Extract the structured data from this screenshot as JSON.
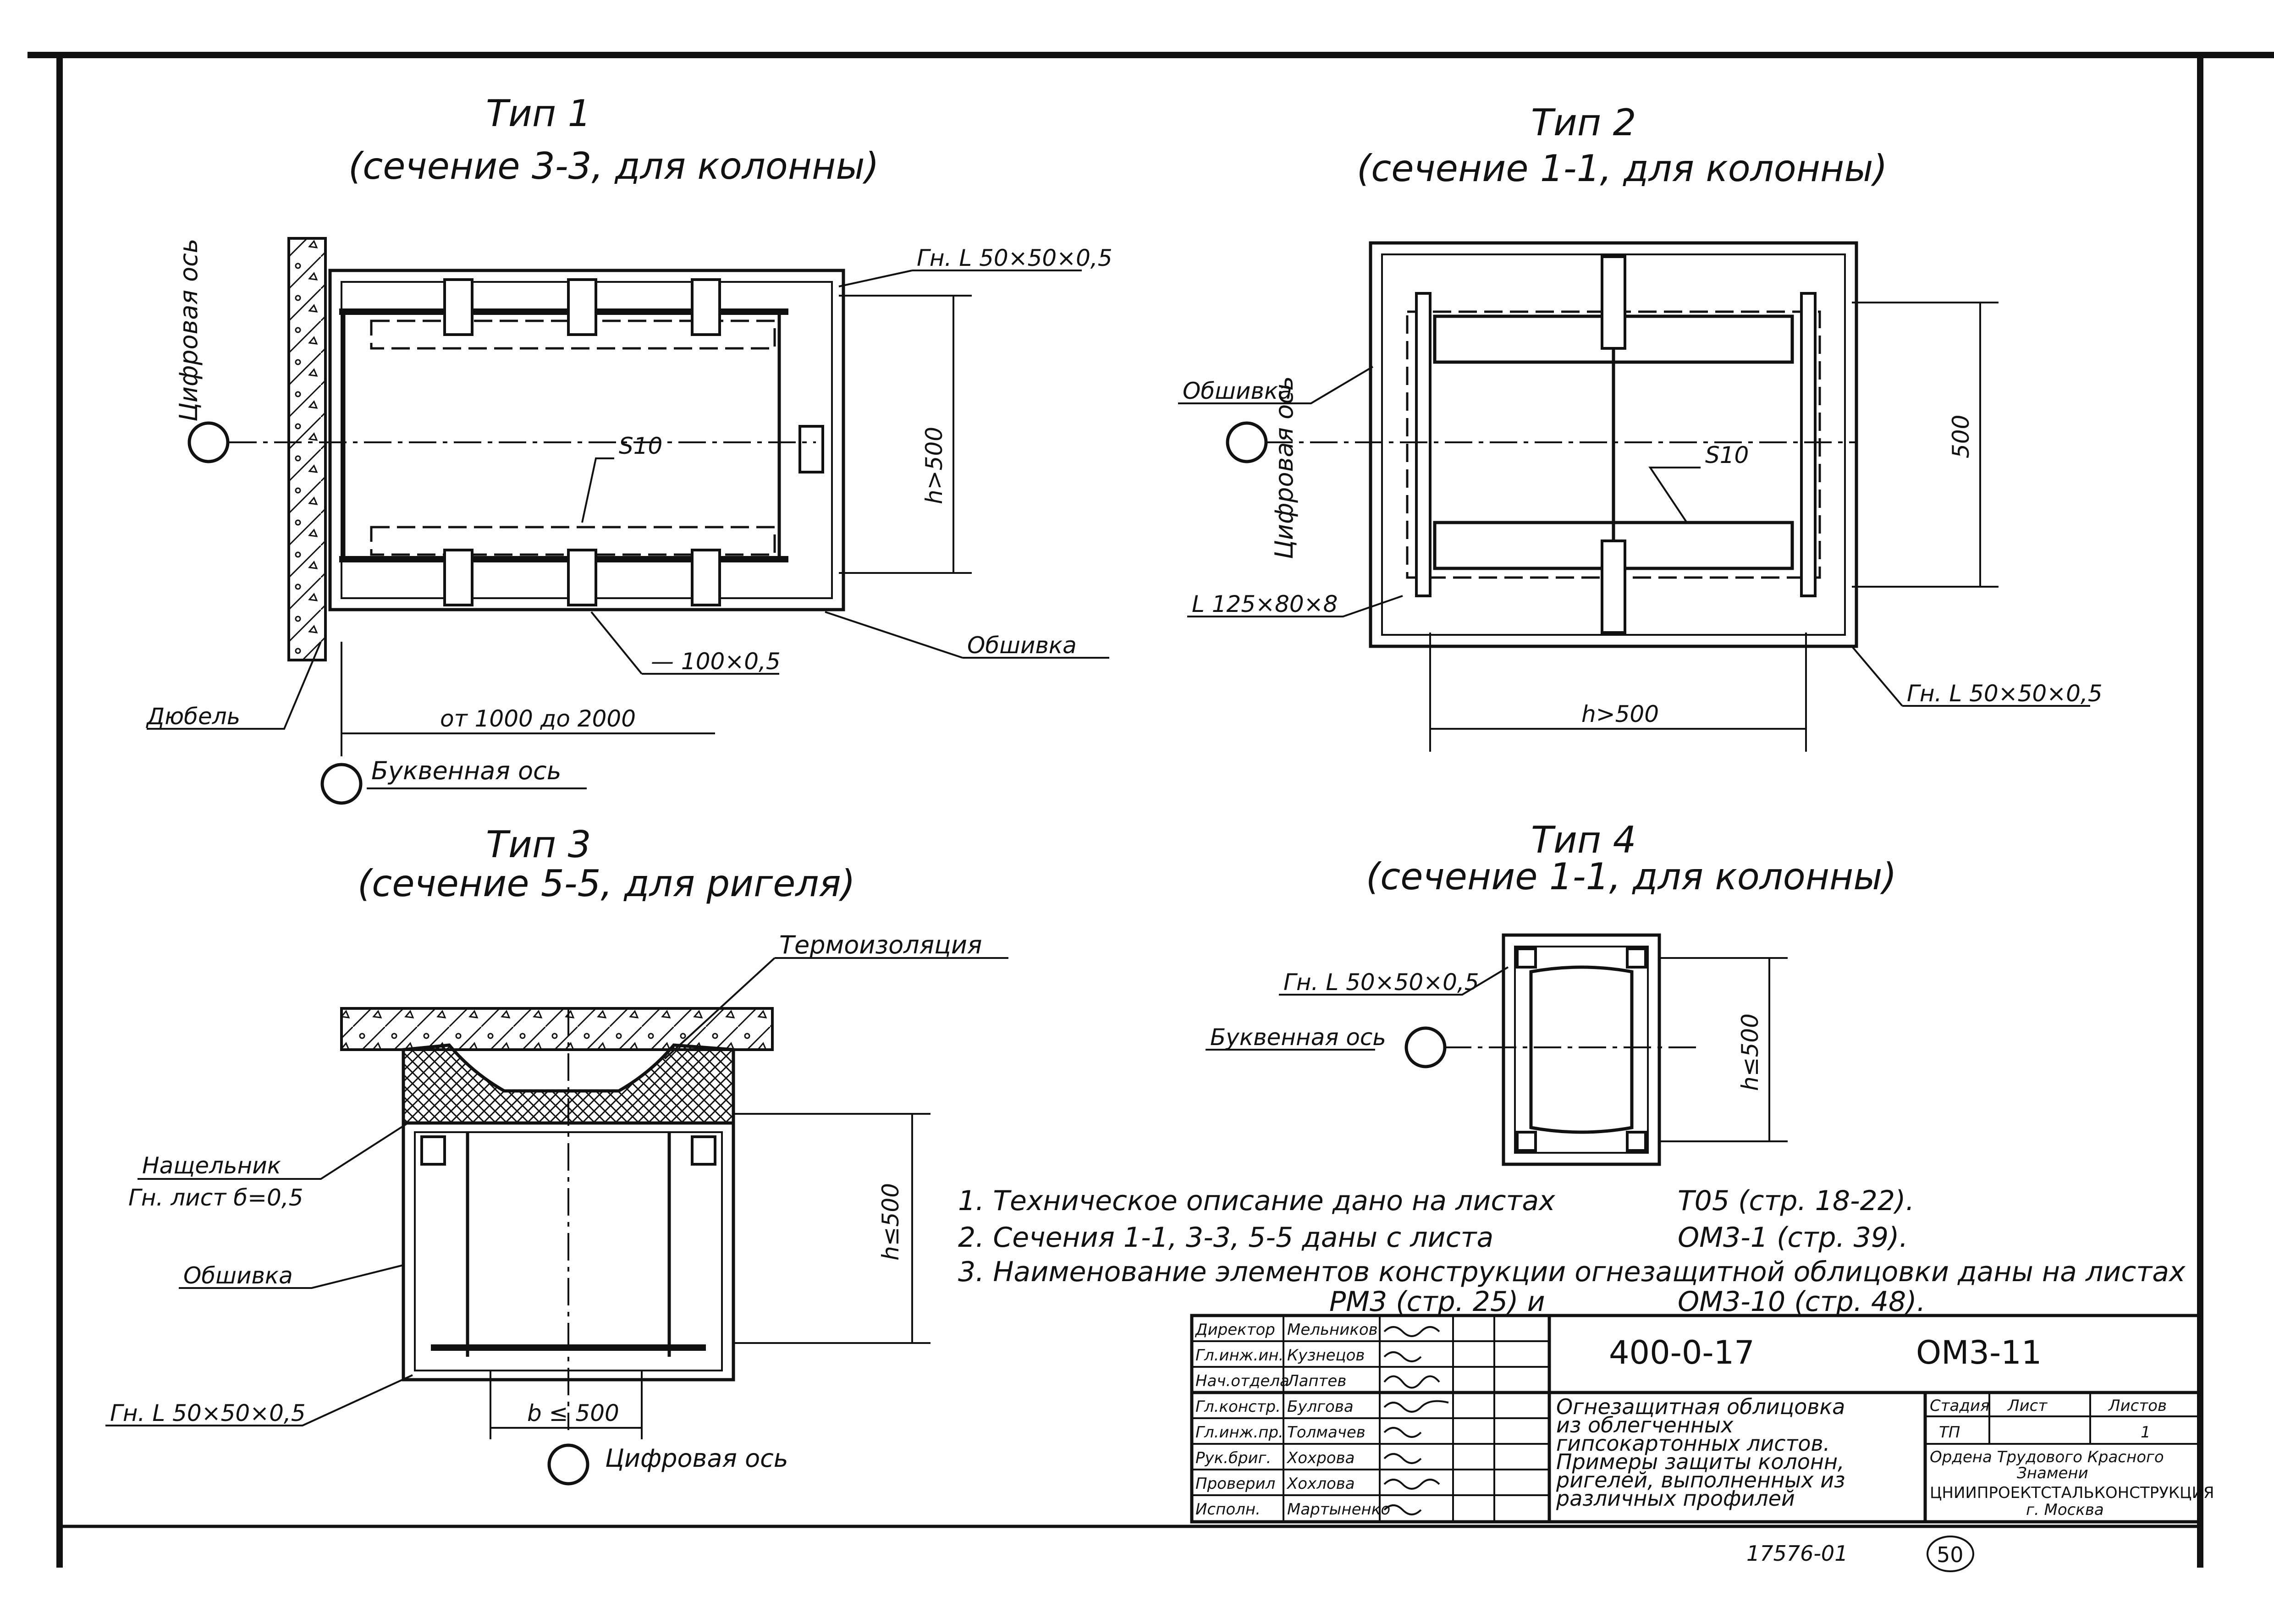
{
  "type1": {
    "title": "Тип 1",
    "subtitle": "(сечение 3-3, для колонны)",
    "label_angle": "Гн. L 50×50×0,5",
    "label_s10": "S10",
    "label_h": "h>500",
    "label_strip": "— 100×0,5",
    "label_cladding": "Обшивка",
    "label_dowel": "Дюбель",
    "label_width": "от 1000 до 2000",
    "label_digital_axis": "Цифровая ось",
    "label_letter_axis": "Буквенная ось"
  },
  "type2": {
    "title": "Тип 2",
    "subtitle": "(сечение 1-1, для колонны)",
    "label_cladding": "Обшивка",
    "label_digital_axis": "Цифровая ось",
    "label_s10": "S10",
    "label_500": "500",
    "label_angle_big": "L 125×80×8",
    "label_h": "h>500",
    "label_angle": "Гн. L 50×50×0,5"
  },
  "type3": {
    "title": "Тип 3",
    "subtitle": "(сечение 5-5, для ригеля)",
    "label_insulation": "Термоизоляция",
    "label_flashing": "Нащельник",
    "label_flashing_sheet": "Гн. лист б=0,5",
    "label_cladding": "Обшивка",
    "label_h": "h≤500",
    "label_angle": "Гн. L 50×50×0,5",
    "label_b": "b ≤ 500",
    "label_digital_axis": "Цифровая ось"
  },
  "type4": {
    "title": "Тип 4",
    "subtitle": "(сечение 1-1, для колонны)",
    "label_angle": "Гн. L 50×50×0,5",
    "label_letter_axis": "Буквенная ось",
    "label_h": "h≤500"
  },
  "notes": [
    "1. Техническое описание дано на листах",
    "Т05 (стр. 18-22).",
    "2. Сечения 1-1, 3-3, 5-5 даны с листа",
    "ОМ3-1 (стр. 39).",
    "3. Наименование элементов конструкции огнезащитной облицовки даны на листах",
    "РМ3 (стр. 25) и",
    "ОМ3-10 (стр. 48)."
  ],
  "title_block": {
    "roles": [
      "Директор",
      "Гл.инж.ин.",
      "Нач.отдела",
      "Гл.констр.",
      "Гл.инж.пр.",
      "Рук.бриг.",
      "Проверил",
      "Исполн."
    ],
    "names": [
      "Мельников",
      "Кузнецов",
      "Лаптев",
      "Булгова",
      "Толмачев",
      "Хохрова",
      "Хохлова",
      "Мартыненко"
    ],
    "doc_code": "400-0-17",
    "sheet_code": "ОМ3-11",
    "description": [
      "Огнезащитная облицовка",
      "из облегченных",
      "гипсокартонных листов.",
      "Примеры защиты колонн,",
      "ригелей, выполненных из",
      "различных профилей"
    ],
    "col_stage": "Стадия",
    "col_sheet": "Лист",
    "col_sheets": "Листов",
    "stage": "ТП",
    "sheets": "1",
    "org_line1": "Ордена Трудового Красного",
    "org_line2": "Знамени",
    "org_line3": "ЦНИИПРОЕКТСТАЛЬКОНСТРУКЦИЯ",
    "org_line4": "г. Москва",
    "inv_number": "17576-01",
    "page_number": "50"
  }
}
